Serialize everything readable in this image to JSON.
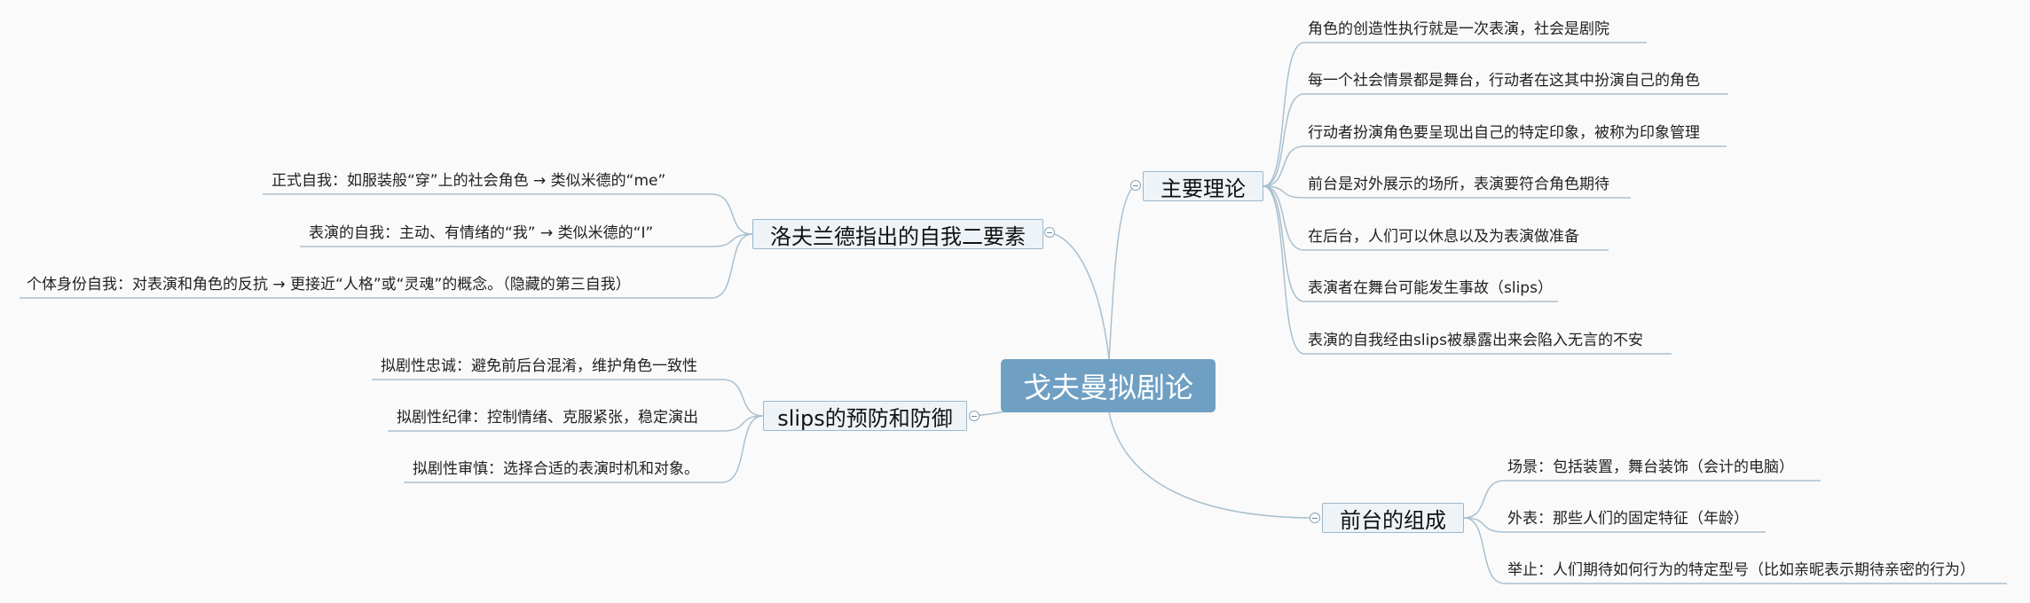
{
  "root": {
    "label": "戈夫曼拟剧论"
  },
  "topics": {
    "main_theory": {
      "label": "主要理论",
      "items": [
        "角色的创造性执行就是一次表演，社会是剧院",
        "每一个社会情景都是舞台，行动者在这其中扮演自己的角色",
        "行动者扮演角色要呈现出自己的特定印象，被称为印象管理",
        "前台是对外展示的场所，表演要符合角色期待",
        "在后台，人们可以休息以及为表演做准备",
        "表演者在舞台可能发生事故（slips）",
        "表演的自我经由slips被暴露出来会陷入无言的不安"
      ]
    },
    "self_elements": {
      "label": "洛夫兰德指出的自我二要素",
      "items": [
        "正式自我：如服装般“穿”上的社会角色 → 类似米德的“me”",
        "表演的自我：主动、有情绪的“我” → 类似米德的“I”",
        "个体身份自我：对表演和角色的反抗 → 更接近“人格”或“灵魂”的概念。（隐藏的第三自我）"
      ]
    },
    "slips_defense": {
      "label": "slips的预防和防御",
      "items": [
        "拟剧性忠诚：避免前后台混淆，维护角色一致性",
        "拟剧性纪律：控制情绪、克服紧张，稳定演出",
        "拟剧性审慎：选择合适的表演时机和对象。"
      ]
    },
    "front_stage": {
      "label": "前台的组成",
      "items": [
        "场景：包括装置，舞台装饰（会计的电脑）",
        "外表：那些人们的固定特征（年龄）",
        "举止：人们期待如何行为的特定型号（比如亲昵表示期待亲密的行为）"
      ]
    }
  },
  "colors": {
    "root_fill": "#6fa0c3",
    "topic_fill": "#eef3f7",
    "topic_border": "#9ab8cc",
    "line": "#a9c0d0"
  }
}
